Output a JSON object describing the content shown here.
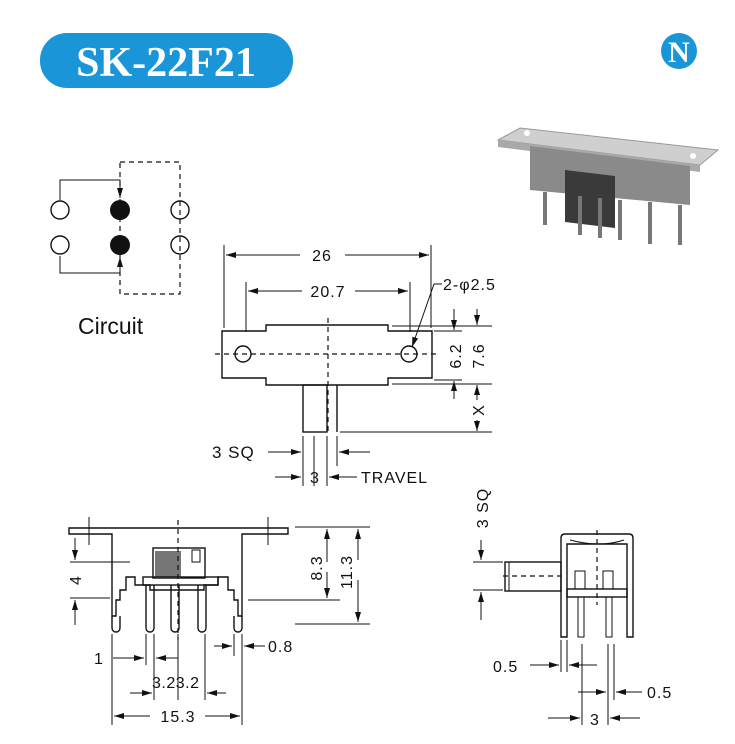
{
  "title": {
    "label": "SK-22F21",
    "color": "#1a96d8"
  },
  "logo": {
    "letter": "N",
    "color": "#1a96d8"
  },
  "circuit": {
    "label": "Circuit"
  },
  "top_view": {
    "overall_width": "26",
    "hole_spacing": "20.7",
    "hole_note": "2-φ2.5",
    "inner_height": "6.2",
    "outer_height": "7.6",
    "actuator_length": "X",
    "actuator_size": "3 SQ",
    "travel_value": "3",
    "travel_label": "TRAVEL"
  },
  "front_view": {
    "height_body": "8.3",
    "height_total": "11.3",
    "pin_height": "4",
    "pin_width": "1",
    "pin_thickness": "0.8",
    "pitch": "3.23.2",
    "width": "15.3"
  },
  "side_view": {
    "actuator_size": "3 SQ",
    "pin_a": "0.5",
    "pin_b": "0.5",
    "pin_spacing": "3"
  }
}
